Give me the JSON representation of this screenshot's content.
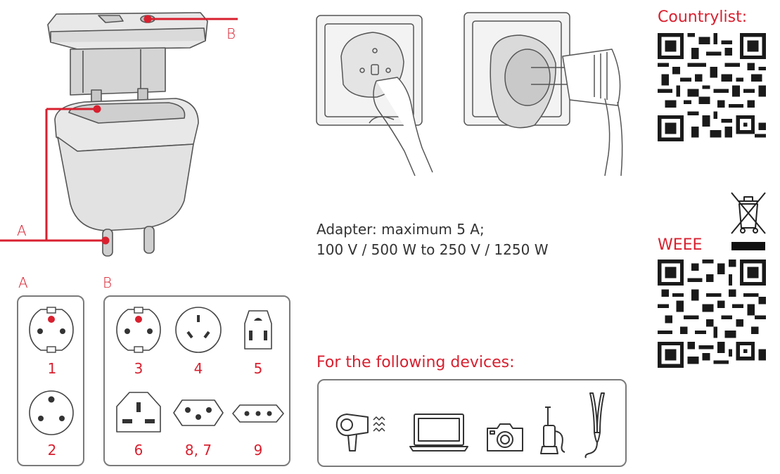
{
  "colors": {
    "accent": "#d8202f",
    "outline": "#7a7a7a",
    "fill": "#e6e6e6",
    "text": "#333333"
  },
  "diagram": {
    "label_a": "A",
    "label_b": "B"
  },
  "adapter_spec": {
    "line1": "Adapter: maximum 5 A;",
    "line2": "100 V / 500 W to 250 V / 1250 W"
  },
  "plug_groups": {
    "a": {
      "label": "A",
      "plugs": [
        {
          "number": "1"
        },
        {
          "number": "2"
        }
      ]
    },
    "b": {
      "label": "B",
      "plugs": [
        {
          "number": "3"
        },
        {
          "number": "4"
        },
        {
          "number": "5"
        },
        {
          "number": "6"
        },
        {
          "number": "8, 7"
        },
        {
          "number": "9"
        }
      ]
    }
  },
  "devices": {
    "heading": "For the following devices:",
    "items": [
      "hair-dryer-icon",
      "laptop-icon",
      "camera-icon",
      "vacuum-cleaner-icon",
      "hair-straightener-icon"
    ]
  },
  "countrylist": {
    "heading": "Countrylist:"
  },
  "weee": {
    "heading": "WEEE",
    "icon": "crossed-out-bin-icon"
  }
}
